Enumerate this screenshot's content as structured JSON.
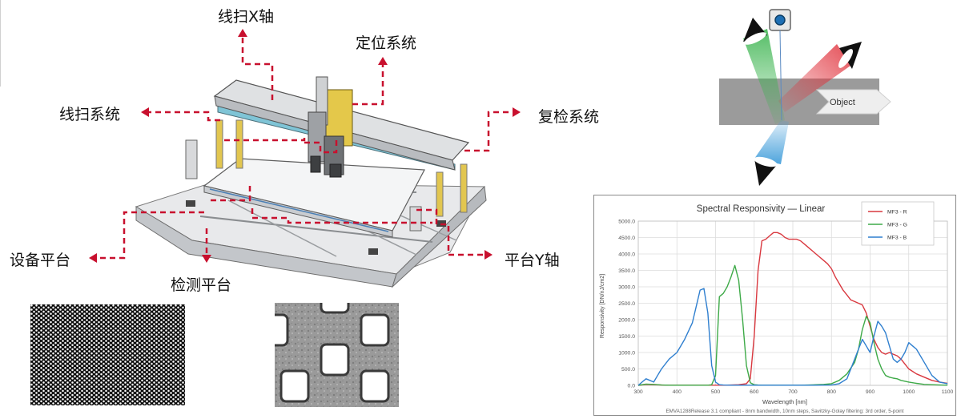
{
  "machine_diagram": {
    "labels": {
      "x_axis_scan": "线扫X轴",
      "positioning": "定位系统",
      "line_scan": "线扫系统",
      "recheck": "复检系统",
      "equipment_platform": "设备平台",
      "inspection_platform": "检测平台",
      "platform_y_axis": "平台Y轴"
    },
    "leader_color": "#c8102e"
  },
  "optics_diagram": {
    "object_label": "Object",
    "colors": {
      "red": "#e0303a",
      "green": "#36b24a",
      "blue": "#3a9ad9"
    }
  },
  "chart_data": {
    "type": "line",
    "title": "Spectral Responsivity — Linear",
    "xlabel": "Wavelength [nm]",
    "ylabel": "Responsivity [DN/nJ/cm2]",
    "footnote": "EMVA1288Release 3.1 compliant - 8nm bandwidth, 10nm steps, Savitzky-Golay filtering: 3rd order, 5-point",
    "xlim": [
      300,
      1100
    ],
    "ylim": [
      0,
      5000
    ],
    "x_ticks": [
      "300",
      "400",
      "500",
      "600",
      "700",
      "800",
      "900",
      "1000",
      "1100"
    ],
    "y_ticks": [
      "0.0",
      "500.0",
      "1000.0",
      "1500.0",
      "2000.0",
      "2500.0",
      "3000.0",
      "3500.0",
      "4000.0",
      "4500.0",
      "5000.0"
    ],
    "grid": true,
    "legend_position": "top-right",
    "series": [
      {
        "name": "MF3 - R",
        "color": "#d9383f",
        "x": [
          300,
          320,
          340,
          360,
          380,
          400,
          420,
          440,
          460,
          480,
          500,
          520,
          540,
          560,
          580,
          590,
          600,
          610,
          620,
          630,
          640,
          650,
          660,
          670,
          680,
          690,
          700,
          710,
          720,
          730,
          740,
          750,
          760,
          770,
          780,
          790,
          800,
          810,
          820,
          830,
          840,
          850,
          860,
          870,
          880,
          890,
          900,
          910,
          920,
          930,
          940,
          950,
          960,
          970,
          980,
          990,
          1000,
          1020,
          1040,
          1060,
          1080,
          1100
        ],
        "values": [
          0,
          30,
          20,
          10,
          5,
          5,
          5,
          5,
          5,
          5,
          5,
          5,
          10,
          20,
          50,
          200,
          1500,
          3500,
          4400,
          4450,
          4550,
          4650,
          4650,
          4600,
          4500,
          4450,
          4450,
          4450,
          4400,
          4300,
          4200,
          4100,
          4000,
          3900,
          3800,
          3700,
          3550,
          3300,
          3100,
          2900,
          2750,
          2600,
          2550,
          2500,
          2450,
          2200,
          1800,
          1400,
          1150,
          1000,
          950,
          1000,
          950,
          900,
          800,
          650,
          500,
          350,
          250,
          150,
          100,
          60
        ]
      },
      {
        "name": "MF3 - G",
        "color": "#3eaa48",
        "x": [
          300,
          320,
          340,
          360,
          380,
          400,
          420,
          440,
          460,
          480,
          490,
          500,
          510,
          520,
          530,
          540,
          550,
          560,
          570,
          580,
          590,
          600,
          610,
          620,
          640,
          660,
          680,
          700,
          720,
          740,
          760,
          780,
          800,
          820,
          840,
          860,
          870,
          880,
          890,
          900,
          910,
          920,
          930,
          940,
          950,
          960,
          970,
          980,
          1000,
          1020,
          1040,
          1060,
          1080,
          1100
        ],
        "values": [
          0,
          40,
          30,
          10,
          5,
          5,
          5,
          5,
          5,
          5,
          20,
          300,
          2700,
          2800,
          3000,
          3300,
          3650,
          3200,
          2000,
          600,
          80,
          20,
          10,
          5,
          5,
          5,
          5,
          5,
          5,
          10,
          20,
          30,
          50,
          150,
          350,
          700,
          1100,
          1700,
          2100,
          1900,
          1300,
          800,
          500,
          300,
          250,
          220,
          200,
          150,
          100,
          60,
          30,
          20,
          10,
          5
        ]
      },
      {
        "name": "MF3 - B",
        "color": "#2f7fcf",
        "x": [
          300,
          310,
          320,
          330,
          340,
          350,
          360,
          380,
          400,
          420,
          440,
          460,
          470,
          480,
          490,
          500,
          510,
          520,
          540,
          560,
          600,
          650,
          700,
          750,
          800,
          820,
          840,
          850,
          860,
          870,
          880,
          890,
          900,
          910,
          920,
          930,
          940,
          950,
          960,
          970,
          980,
          990,
          1000,
          1010,
          1020,
          1040,
          1060,
          1080,
          1100
        ],
        "values": [
          0,
          100,
          200,
          150,
          100,
          300,
          500,
          800,
          1000,
          1400,
          1900,
          2900,
          2950,
          2200,
          600,
          100,
          20,
          10,
          5,
          5,
          5,
          5,
          5,
          5,
          10,
          50,
          200,
          500,
          800,
          1100,
          1400,
          1200,
          1000,
          1500,
          1950,
          1800,
          1600,
          1200,
          800,
          700,
          800,
          1000,
          1300,
          1200,
          1100,
          700,
          300,
          100,
          50
        ]
      }
    ]
  }
}
